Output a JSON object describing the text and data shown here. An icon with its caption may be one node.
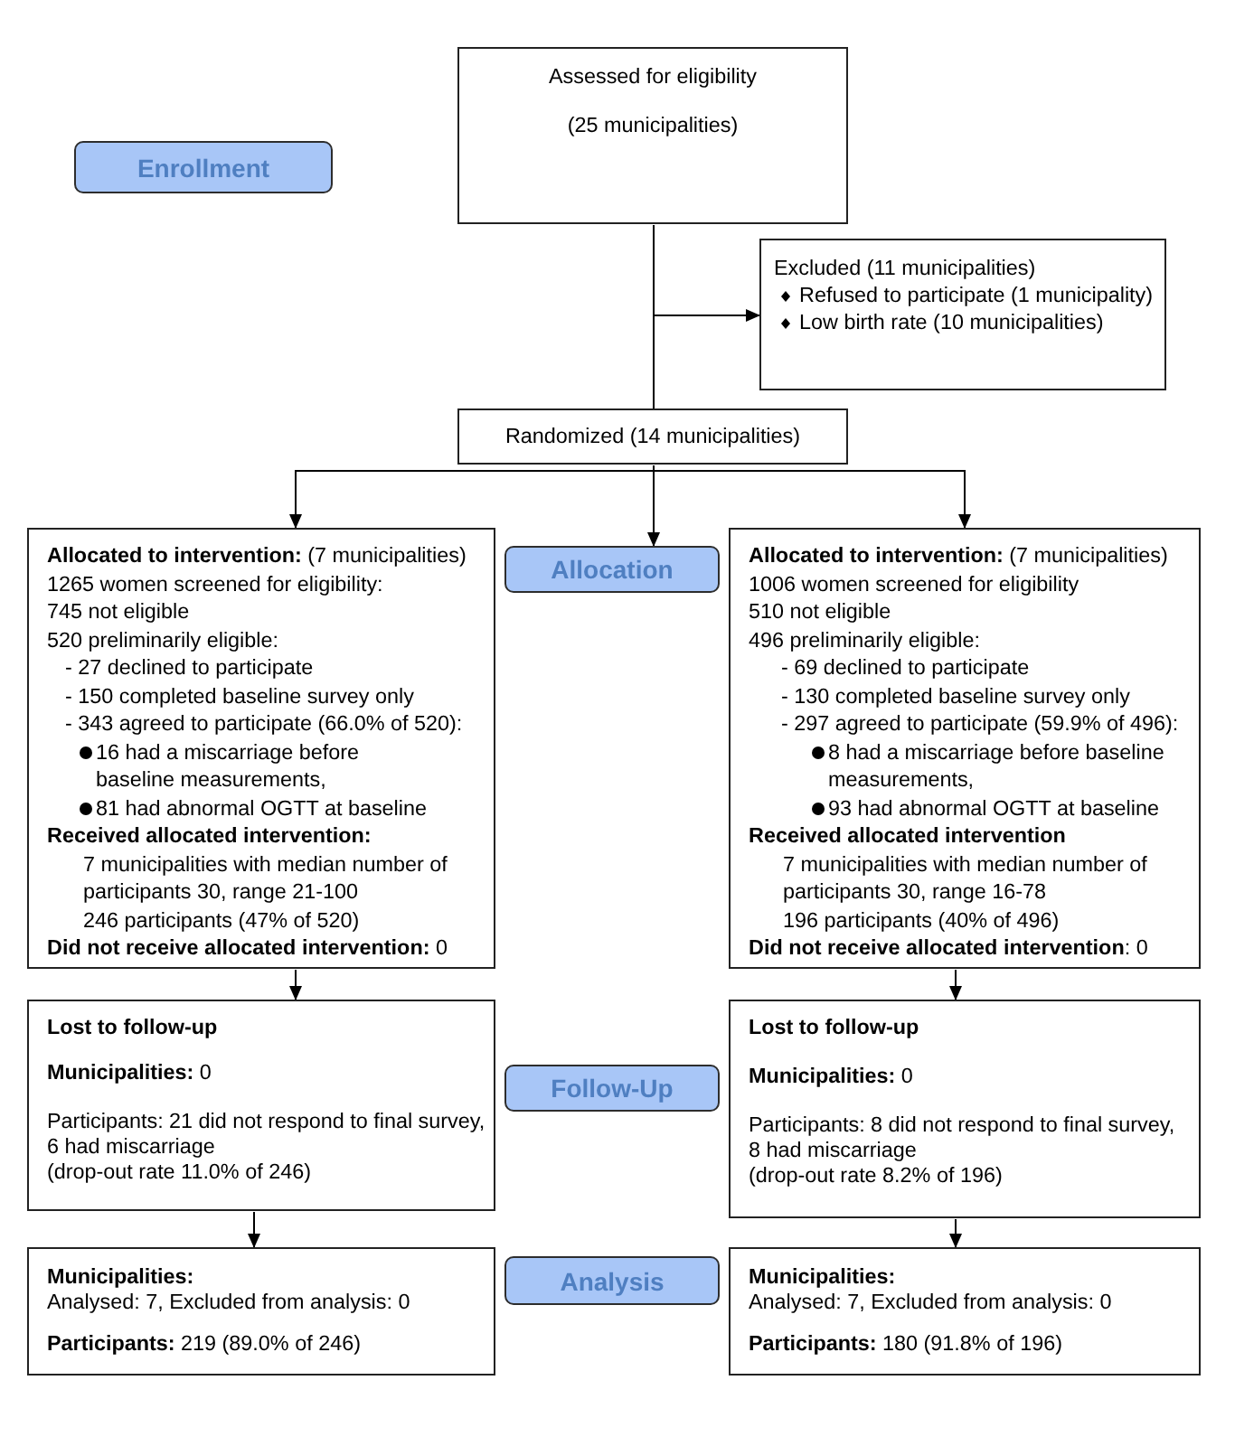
{
  "diagram": {
    "nodes": [
      {
        "text": [
          "Assessed for eligibility",
          "(25 municipalities)"
        ]
      },
      {
        "text": [
          "Enrollment"
        ]
      },
      {
        "text": [
          "Excluded (11 municipalities)",
          "Refused to participate (1 municipality)",
          "Low birth rate (10 municipalities)"
        ]
      },
      {
        "text": [
          "Randomized (14 municipalities)"
        ]
      },
      {
        "text": [
          "**Allocated to intervention:** (7 municipalities)",
          "1265 women screened for eligibility:",
          "745 not eligible",
          "520 preliminarily eligible:",
          "- 27 declined to participate",
          "- 150 completed baseline survey only",
          "- 343 agreed to participate (66.0% of 520):",
          "16 had a miscarriage before baseline measurements,",
          "81 had abnormal OGTT at baseline",
          "Received allocated intervention:",
          "7 municipalities with median number of participants 30, range 21-100",
          "246 participants (47% of 520)",
          "**Did not receive allocated intervention:** 0"
        ]
      },
      {
        "text": [
          "Allocation"
        ]
      },
      {
        "text": [
          "**Allocated to intervention:** (7 municipalities)",
          "1006 women screened for eligibility",
          "510 not eligible",
          "496 preliminarily eligible:",
          "- 69 declined to participate",
          "- 130 completed baseline survey only",
          "- 297 agreed to participate (59.9% of 496):",
          "8 had a miscarriage before baseline measurements,",
          "93 had abnormal OGTT at baseline",
          "Received allocated intervention",
          "7 municipalities with median number of participants 30, range 16-78",
          "196 participants (40% of 496)",
          "**Did not receive allocated intervention**: 0"
        ]
      },
      {
        "text": [
          "Lost to follow-up",
          "**Municipalities:** 0",
          "Participants: 21 did not respond to final survey, 6 had miscarriage",
          "(drop-out rate 11.0% of 246)"
        ]
      },
      {
        "text": [
          "Follow-Up"
        ]
      },
      {
        "text": [
          "Lost to follow-up",
          "**Municipalities:** 0",
          "Participants: 8 did not respond to final survey, 8 had miscarriage",
          "(drop-out rate 8.2% of 196)"
        ]
      },
      {
        "text": [
          "Municipalities:",
          "Analysed: 7, Excluded from analysis: 0",
          "**Participants:** 219 (89.0% of 246)"
        ]
      },
      {
        "text": [
          "Analysis"
        ]
      },
      {
        "text": [
          "Municipalities:",
          "Analysed: 7, Excluded from analysis: 0",
          "**Participants:** 180 (91.8% of 196)"
        ]
      }
    ],
    "edges": [
      {
        "from": 0,
        "to": 3,
        "arrow": "none"
      },
      {
        "from": 0,
        "to": 2,
        "arrow": "to"
      },
      {
        "from": 3,
        "to": 4,
        "arrow": "to"
      },
      {
        "from": 3,
        "to": 5,
        "arrow": "to"
      },
      {
        "from": 3,
        "to": 6,
        "arrow": "to"
      },
      {
        "from": 4,
        "to": 7,
        "arrow": "to"
      },
      {
        "from": 6,
        "to": 9,
        "arrow": "to"
      },
      {
        "from": 7,
        "to": 10,
        "arrow": "to"
      },
      {
        "from": 9,
        "to": 12,
        "arrow": "to"
      }
    ]
  }
}
